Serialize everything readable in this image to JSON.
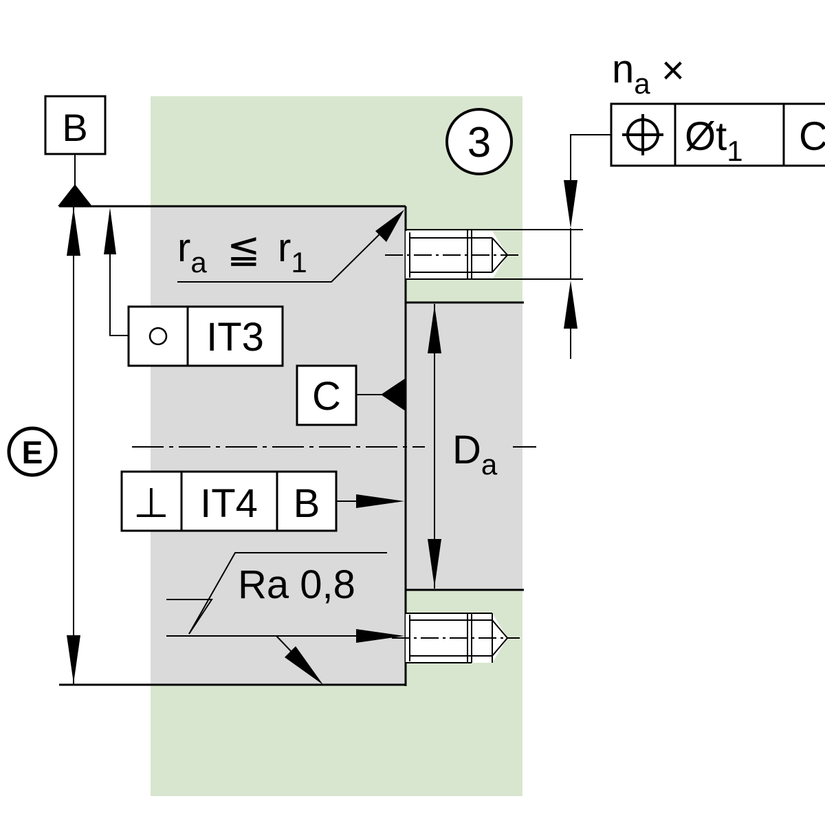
{
  "colors": {
    "background": "#ffffff",
    "zone_green": "#d9e6cf",
    "part_grey": "#dadada",
    "stroke": "#000000"
  },
  "datum_b": {
    "label": "B"
  },
  "datum_e": {
    "label": "E"
  },
  "zone_marker": {
    "label": "3"
  },
  "fillet_note": {
    "r_symbol": "r",
    "r_sub": "a",
    "relation": "≦",
    "r1_symbol": "r",
    "r1_sub": "1"
  },
  "runout_frame": {
    "symbol": "○",
    "tolerance": "IT3"
  },
  "datum_c": {
    "label": "C"
  },
  "diameter_dim": {
    "symbol": "D",
    "sub": "a"
  },
  "perp_frame": {
    "symbol": "⊥",
    "tolerance": "IT4",
    "datum": "B"
  },
  "roughness": {
    "label": "Ra 0,8"
  },
  "position_callout": {
    "count_symbol": "n",
    "count_sub": "a",
    "times": "×",
    "position_icon": "position-icon",
    "tolerance_prefix": "Øt",
    "tolerance_sub": "1",
    "datum": "C"
  }
}
